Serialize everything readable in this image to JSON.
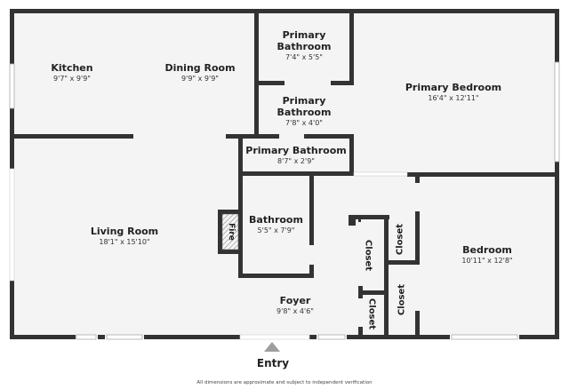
{
  "floorplan": {
    "rooms": [
      {
        "id": "kitchen",
        "name": "Kitchen",
        "dims": "9'7\" x 9'9\""
      },
      {
        "id": "dining-room",
        "name": "Dining Room",
        "dims": "9'9\" x 9'9\""
      },
      {
        "id": "primary-bathroom-1",
        "name": "Primary\nBathroom",
        "name_line1": "Primary",
        "name_line2": "Bathroom",
        "dims": "7'4\" x 5'5\""
      },
      {
        "id": "primary-bathroom-2",
        "name_line1": "Primary",
        "name_line2": "Bathroom",
        "dims": "7'8\" x 4'0\""
      },
      {
        "id": "primary-bathroom-3",
        "name": "Primary Bathroom",
        "dims": "8'7\" x 2'9\""
      },
      {
        "id": "primary-bedroom",
        "name": "Primary Bedroom",
        "dims": "16'4\" x 12'11\""
      },
      {
        "id": "living-room",
        "name": "Living Room",
        "dims": "18'1\" x 15'10\""
      },
      {
        "id": "bathroom",
        "name": "Bathroom",
        "dims": "5'5\" x 7'9\""
      },
      {
        "id": "foyer",
        "name": "Foyer",
        "dims": "9'8\" x 4'6\""
      },
      {
        "id": "bedroom",
        "name": "Bedroom",
        "dims": "10'11\" x 12'8\""
      }
    ],
    "closets": [
      "Closet",
      "Closet",
      "Closet",
      "Closet"
    ],
    "fireplace_label": "Fire",
    "entry_label": "Entry",
    "disclaimer": "All dimensions are approximate and subject to independent verification",
    "colors": {
      "wall": "#333333",
      "floor": "#f4f4f4",
      "window": "#ffffff",
      "entry_arrow": "#9e9e9e",
      "background": "#ffffff"
    }
  }
}
